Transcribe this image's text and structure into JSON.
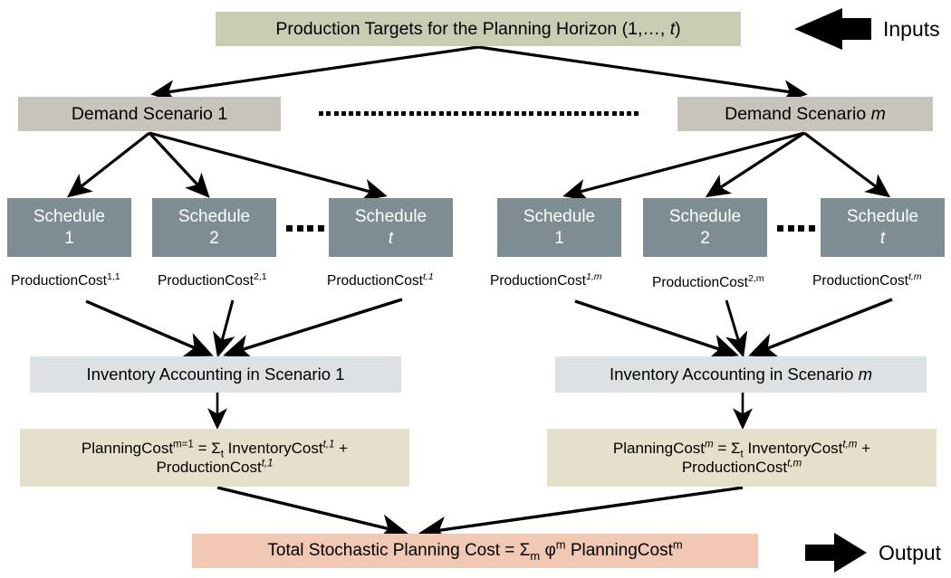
{
  "diagram": {
    "title": "Stochastic Production Planning Flow Diagram",
    "colors": {
      "inputs_box": "#c9cbb3",
      "scenario_box": "#c8c3bb",
      "schedule_box": "#7e8c94",
      "inventory_box": "#dde1e4",
      "planning_box": "#e4e0cb",
      "total_box": "#f1c8b3",
      "arrow": "#000000",
      "schedule_text": "#ffffff"
    }
  },
  "top": {
    "production_targets": "Production Targets for the Planning Horizon (1,…, t)",
    "production_targets_prefix": "Production Targets for the Planning Horizon (1,…, ",
    "production_targets_var": "t",
    "production_targets_suffix": ")"
  },
  "side_labels": {
    "inputs": "Inputs",
    "output": "Output"
  },
  "scenarios": [
    {
      "label_prefix": "Demand Scenario ",
      "label_var": "1",
      "italic_var": false,
      "schedules": [
        {
          "name": "Schedule",
          "index": "1",
          "italic_index": false
        },
        {
          "name": "Schedule",
          "index": "2",
          "italic_index": false
        },
        {
          "name": "Schedule",
          "index": "t",
          "italic_index": true
        }
      ],
      "production_costs": [
        {
          "base": "ProductionCost",
          "sup_main": "1,1",
          "sup_italic": ""
        },
        {
          "base": "ProductionCost",
          "sup_main": "2,1",
          "sup_italic": ""
        },
        {
          "base": "ProductionCost",
          "sup_main": "",
          "sup_italic": "t,1"
        }
      ],
      "inventory_accounting_prefix": "Inventory Accounting in Scenario ",
      "inventory_accounting_var": "1",
      "inventory_italic": false,
      "planning_cost": {
        "line1_base": "PlanningCost",
        "line1_sup": "m=1",
        "line1_eq": " = ",
        "sigma": "Σ",
        "sigma_sub": "t",
        "inventory_base": " InventoryCost",
        "inventory_sup": "t,1",
        "plus": " +",
        "line2_base": "ProductionCost",
        "line2_sup": "t,1"
      }
    },
    {
      "label_prefix": "Demand Scenario ",
      "label_var": "m",
      "italic_var": true,
      "schedules": [
        {
          "name": "Schedule",
          "index": "1",
          "italic_index": false
        },
        {
          "name": "Schedule",
          "index": "2",
          "italic_index": false
        },
        {
          "name": "Schedule",
          "index": "t",
          "italic_index": true
        }
      ],
      "production_costs": [
        {
          "base": "ProductionCost",
          "sup_main": "",
          "sup_italic": "1,m"
        },
        {
          "base": "ProductionCost",
          "sup_main": "2,m",
          "sup_italic": ""
        },
        {
          "base": "ProductionCost",
          "sup_main": "",
          "sup_italic": "t,m"
        }
      ],
      "inventory_accounting_prefix": "Inventory Accounting in Scenario ",
      "inventory_accounting_var": "m",
      "inventory_italic": true,
      "planning_cost": {
        "line1_base": "PlanningCost",
        "line1_sup": "m",
        "line1_eq": " = ",
        "sigma": "Σ",
        "sigma_sub": "t",
        "inventory_base": " InventoryCost",
        "inventory_sup": "t,m",
        "plus": " +",
        "line2_base": "ProductionCost",
        "line2_sup": "t,m"
      }
    }
  ],
  "ellipsis": {
    "between_scenarios": "dotted-line",
    "between_schedules": "four-dots"
  },
  "bottom": {
    "total_prefix": "Total Stochastic Planning Cost = ",
    "total_sigma": "Σ",
    "total_sigma_sub": "m",
    "total_phi": " φ",
    "total_phi_sup": "m",
    "total_planning": " PlanningCost",
    "total_planning_sup": "m"
  }
}
